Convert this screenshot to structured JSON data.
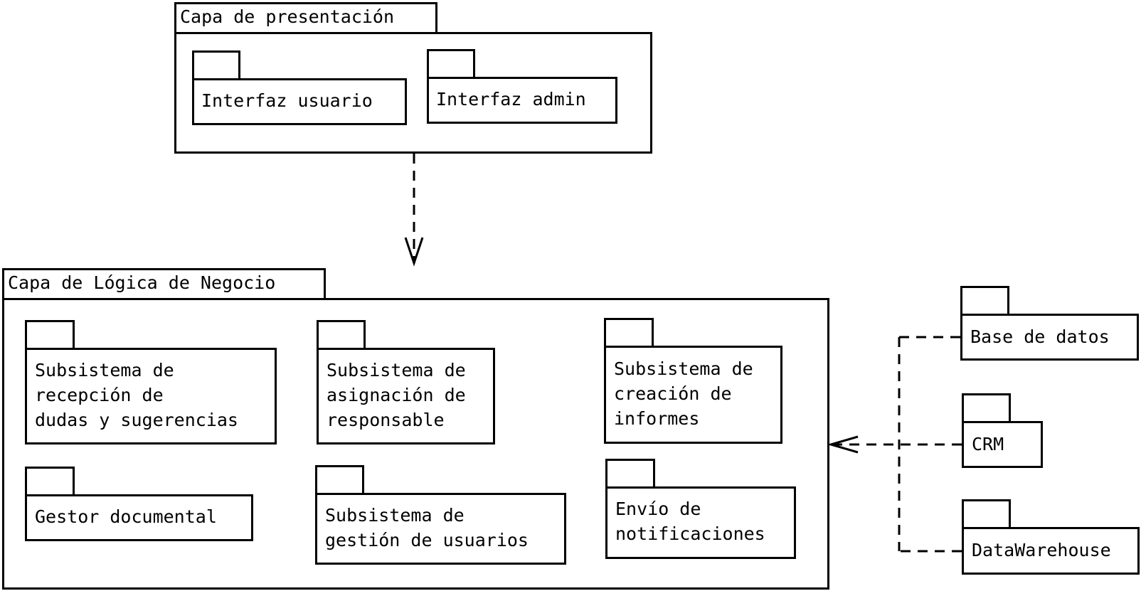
{
  "presentation_layer": {
    "title": "Capa de presentación",
    "packages": [
      {
        "label": "Interfaz usuario"
      },
      {
        "label": "Interfaz admin"
      }
    ]
  },
  "business_layer": {
    "title": "Capa de Lógica de Negocio",
    "packages": [
      {
        "label": "Subsistema de\nrecepción de\ndudas y sugerencias"
      },
      {
        "label": "Subsistema de\nasignación de\nresponsable"
      },
      {
        "label": "Subsistema de\ncreación de\ninformes"
      },
      {
        "label": "Gestor documental"
      },
      {
        "label": "Subsistema de\ngestión de usuarios"
      },
      {
        "label": "Envío de\nnotificaciones"
      }
    ]
  },
  "external_packages": [
    {
      "label": "Base de datos"
    },
    {
      "label": "CRM"
    },
    {
      "label": "DataWarehouse"
    }
  ]
}
